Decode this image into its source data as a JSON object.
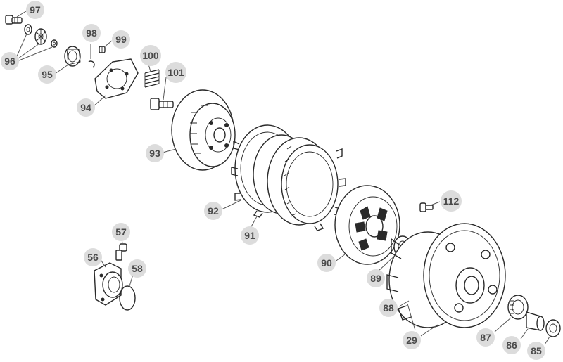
{
  "callouts": {
    "c97": "97",
    "c96": "96",
    "c98": "98",
    "c99": "99",
    "c95": "95",
    "c100": "100",
    "c101": "101",
    "c94": "94",
    "c93": "93",
    "c92": "92",
    "c91": "91",
    "c112": "112",
    "c90": "90",
    "c89": "89",
    "c57": "57",
    "c56": "56",
    "c58": "58",
    "c88": "88",
    "c29": "29",
    "c87": "87",
    "c86": "86",
    "c85": "85"
  },
  "colors": {
    "callout_background": "#dcdcdc",
    "callout_text": "#4a4a4a",
    "line_art": "#2a2a2a"
  }
}
